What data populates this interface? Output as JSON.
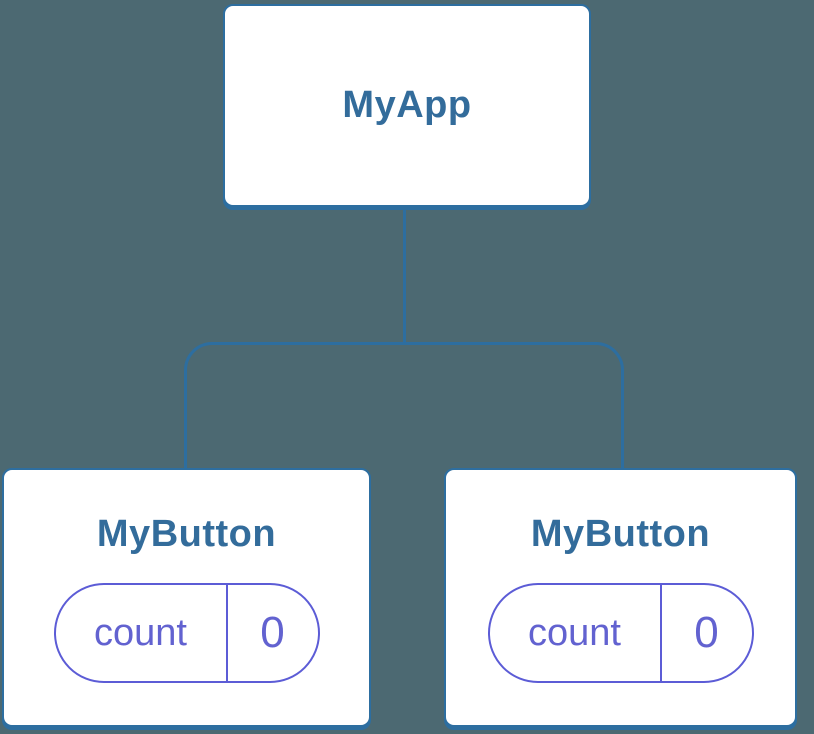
{
  "colors": {
    "background": "#4C6972",
    "connector": "#2D6EA0",
    "card_border": "#2D6EA0",
    "card_background": "#FFFFFF",
    "title_text": "#336C9B",
    "state_pill_border": "#5C5CD6",
    "state_pill_text": "#6262D0"
  },
  "tree": {
    "root": {
      "label": "MyApp"
    },
    "children": [
      {
        "label": "MyButton",
        "state": {
          "name": "count",
          "value": "0"
        }
      },
      {
        "label": "MyButton",
        "state": {
          "name": "count",
          "value": "0"
        }
      }
    ]
  }
}
